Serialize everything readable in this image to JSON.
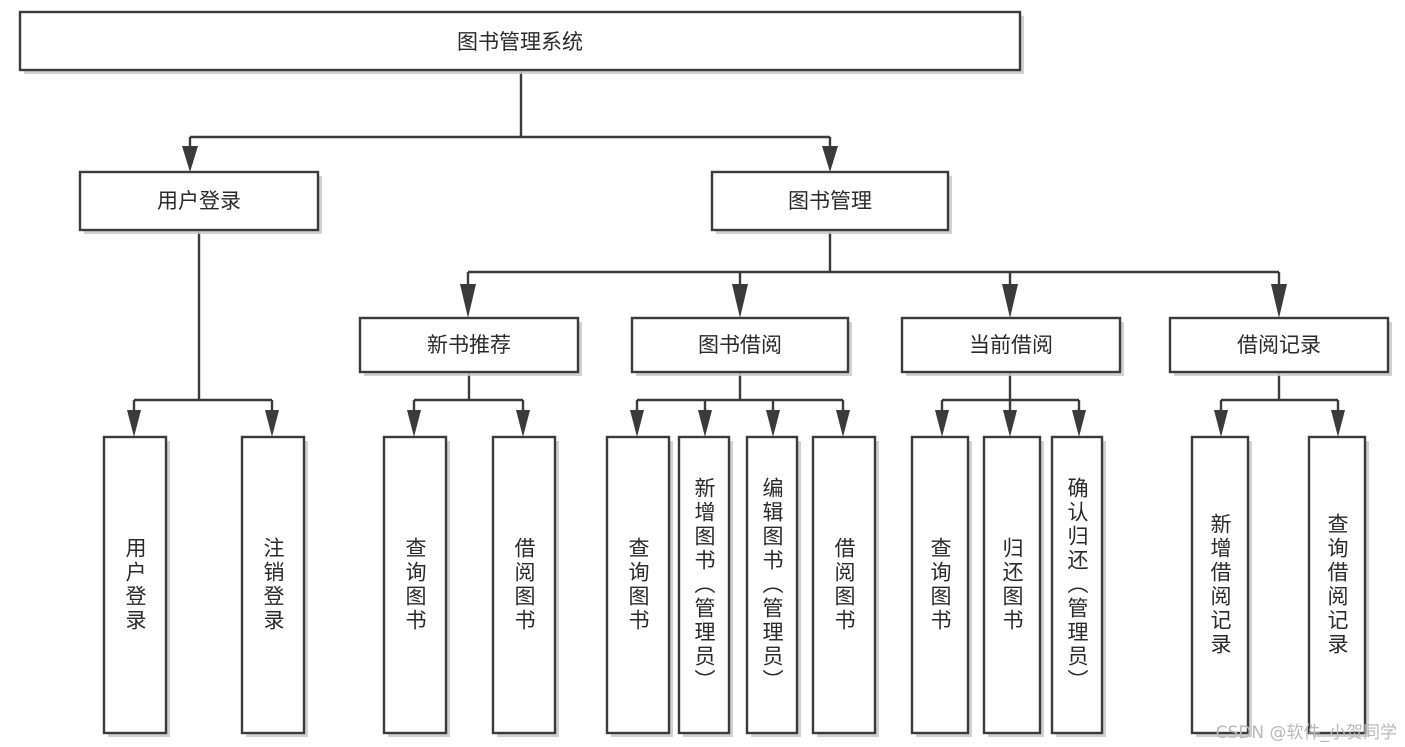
{
  "diagram": {
    "type": "tree-hierarchy-flowchart",
    "title": "图书管理系统",
    "watermark": "CSDN @软件_小贺同学",
    "colors": {
      "background": "#ffffff",
      "stroke": "#3b3b3b",
      "fill": "#ffffff",
      "text": "#2a2a2a",
      "shadow": "#c9c9c9",
      "watermark": "#b9b9b9"
    },
    "levels": {
      "root": {
        "label": "图书管理系统"
      },
      "level2": [
        {
          "label": "用户登录"
        },
        {
          "label": "图书管理"
        }
      ],
      "level3": [
        {
          "label": "新书推荐"
        },
        {
          "label": "图书借阅"
        },
        {
          "label": "当前借阅"
        },
        {
          "label": "借阅记录"
        }
      ],
      "leaves": {
        "user_login": [
          {
            "label": "用户登录"
          },
          {
            "label": "注销登录"
          }
        ],
        "new_book_recommend": [
          {
            "label": "查询图书"
          },
          {
            "label": "借阅图书"
          }
        ],
        "book_borrow": [
          {
            "label": "查询图书"
          },
          {
            "label": "新增图书（管理员）"
          },
          {
            "label": "编辑图书（管理员）"
          },
          {
            "label": "借阅图书"
          }
        ],
        "current_borrow": [
          {
            "label": "查询图书"
          },
          {
            "label": "归还图书"
          },
          {
            "label": "确认归还（管理员）"
          }
        ],
        "borrow_record": [
          {
            "label": "新增借阅记录"
          },
          {
            "label": "查询借阅记录"
          }
        ]
      }
    },
    "edges": [
      {
        "from": "图书管理系统",
        "to": "用户登录"
      },
      {
        "from": "图书管理系统",
        "to": "图书管理"
      },
      {
        "from": "图书管理",
        "to": "新书推荐"
      },
      {
        "from": "图书管理",
        "to": "图书借阅"
      },
      {
        "from": "图书管理",
        "to": "当前借阅"
      },
      {
        "from": "图书管理",
        "to": "借阅记录"
      },
      {
        "from": "用户登录",
        "to": "用户登录"
      },
      {
        "from": "用户登录",
        "to": "注销登录"
      },
      {
        "from": "新书推荐",
        "to": "查询图书"
      },
      {
        "from": "新书推荐",
        "to": "借阅图书"
      },
      {
        "from": "图书借阅",
        "to": "查询图书"
      },
      {
        "from": "图书借阅",
        "to": "新增图书（管理员）"
      },
      {
        "from": "图书借阅",
        "to": "编辑图书（管理员）"
      },
      {
        "from": "图书借阅",
        "to": "借阅图书"
      },
      {
        "from": "当前借阅",
        "to": "查询图书"
      },
      {
        "from": "当前借阅",
        "to": "归还图书"
      },
      {
        "from": "当前借阅",
        "to": "确认归还（管理员）"
      },
      {
        "from": "借阅记录",
        "to": "新增借阅记录"
      },
      {
        "from": "借阅记录",
        "to": "查询借阅记录"
      }
    ]
  }
}
